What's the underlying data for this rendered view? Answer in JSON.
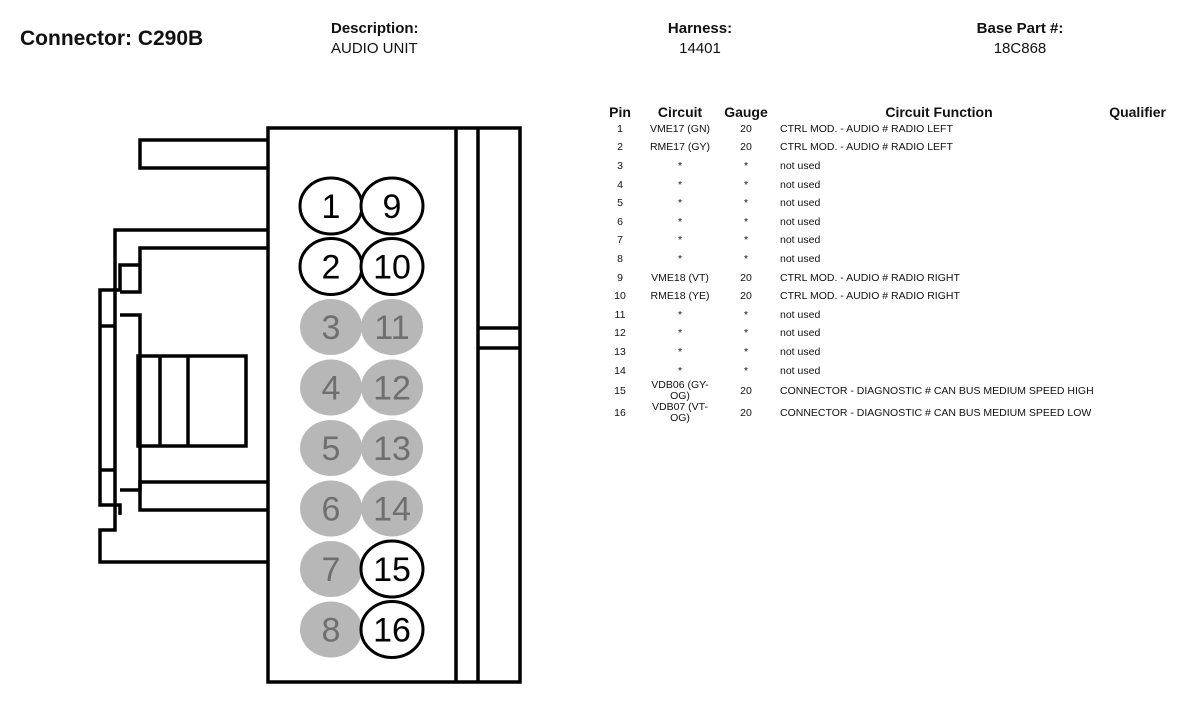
{
  "connector_title": "Connector: C290B",
  "description": {
    "label": "Description:",
    "value": "AUDIO UNIT"
  },
  "harness": {
    "label": "Harness:",
    "value": "14401"
  },
  "base_part": {
    "label": "Base Part #:",
    "value": "18C868"
  },
  "table": {
    "headers": {
      "pin": "Pin",
      "circuit": "Circuit",
      "gauge": "Gauge",
      "function": "Circuit Function",
      "qualifier": "Qualifier"
    },
    "rows": [
      {
        "pin": "1",
        "circuit": "VME17 (GN)",
        "gauge": "20",
        "function": "CTRL MOD. - AUDIO # RADIO LEFT",
        "qualifier": ""
      },
      {
        "pin": "2",
        "circuit": "RME17 (GY)",
        "gauge": "20",
        "function": "CTRL MOD. - AUDIO # RADIO LEFT",
        "qualifier": ""
      },
      {
        "pin": "3",
        "circuit": "*",
        "gauge": "*",
        "function": "not used",
        "qualifier": ""
      },
      {
        "pin": "4",
        "circuit": "*",
        "gauge": "*",
        "function": "not used",
        "qualifier": ""
      },
      {
        "pin": "5",
        "circuit": "*",
        "gauge": "*",
        "function": "not used",
        "qualifier": ""
      },
      {
        "pin": "6",
        "circuit": "*",
        "gauge": "*",
        "function": "not used",
        "qualifier": ""
      },
      {
        "pin": "7",
        "circuit": "*",
        "gauge": "*",
        "function": "not used",
        "qualifier": ""
      },
      {
        "pin": "8",
        "circuit": "*",
        "gauge": "*",
        "function": "not used",
        "qualifier": ""
      },
      {
        "pin": "9",
        "circuit": "VME18 (VT)",
        "gauge": "20",
        "function": "CTRL MOD. - AUDIO # RADIO RIGHT",
        "qualifier": ""
      },
      {
        "pin": "10",
        "circuit": "RME18 (YE)",
        "gauge": "20",
        "function": "CTRL MOD. - AUDIO # RADIO RIGHT",
        "qualifier": ""
      },
      {
        "pin": "11",
        "circuit": "*",
        "gauge": "*",
        "function": "not used",
        "qualifier": ""
      },
      {
        "pin": "12",
        "circuit": "*",
        "gauge": "*",
        "function": "not used",
        "qualifier": ""
      },
      {
        "pin": "13",
        "circuit": "*",
        "gauge": "*",
        "function": "not used",
        "qualifier": ""
      },
      {
        "pin": "14",
        "circuit": "*",
        "gauge": "*",
        "function": "not used",
        "qualifier": ""
      },
      {
        "pin": "15",
        "circuit": "VDB06 (GY-OG)",
        "gauge": "20",
        "function": "CONNECTOR - DIAGNOSTIC # CAN BUS MEDIUM SPEED HIGH",
        "qualifier": ""
      },
      {
        "pin": "16",
        "circuit": "VDB07 (VT-OG)",
        "gauge": "20",
        "function": "CONNECTOR - DIAGNOSTIC # CAN BUS MEDIUM SPEED LOW",
        "qualifier": ""
      }
    ]
  },
  "pins": [
    {
      "label": "1",
      "used": true
    },
    {
      "label": "2",
      "used": true
    },
    {
      "label": "3",
      "used": false
    },
    {
      "label": "4",
      "used": false
    },
    {
      "label": "5",
      "used": false
    },
    {
      "label": "6",
      "used": false
    },
    {
      "label": "7",
      "used": false
    },
    {
      "label": "8",
      "used": false
    },
    {
      "label": "9",
      "used": true
    },
    {
      "label": "10",
      "used": true
    },
    {
      "label": "11",
      "used": false
    },
    {
      "label": "12",
      "used": false
    },
    {
      "label": "13",
      "used": false
    },
    {
      "label": "14",
      "used": false
    },
    {
      "label": "15",
      "used": true
    },
    {
      "label": "16",
      "used": true
    }
  ],
  "colors": {
    "unused_pin": "#b7b7b7",
    "unused_text": "#6f6f6f",
    "line": "#000000"
  }
}
